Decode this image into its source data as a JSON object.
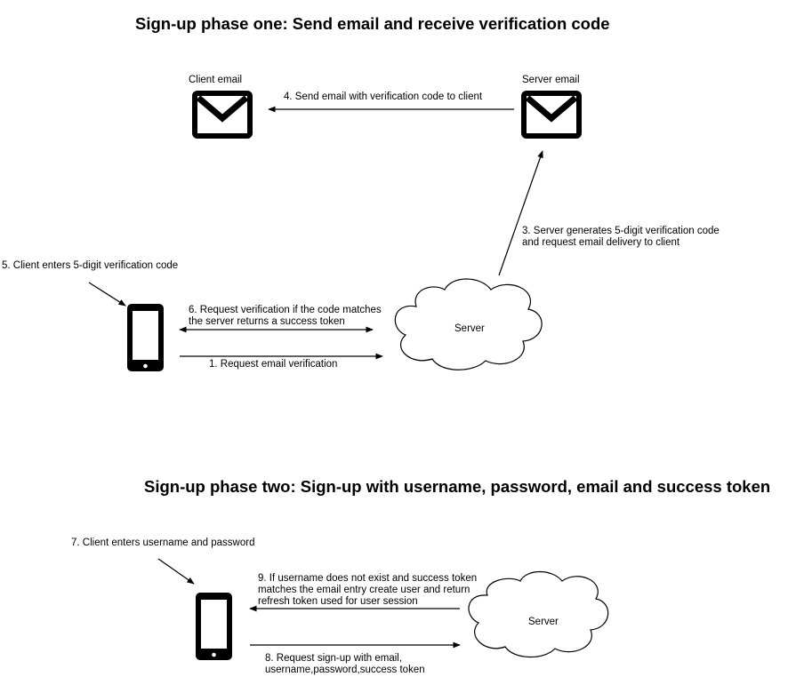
{
  "phase_one": {
    "title": "Sign-up phase one: Send email and receive verification code",
    "client_email_label": "Client email",
    "server_email_label": "Server email",
    "server_label": "Server",
    "step1": "1. Request email verification",
    "step3": "3. Server generates 5-digit verification code\nand request email delivery to client",
    "step4": "4. Send email with verification code to client",
    "step5": "5. Client enters 5-digit verification code",
    "step6": "6. Request verification if the code matches\nthe server returns a success token"
  },
  "phase_two": {
    "title": "Sign-up phase two: Sign-up with username, password, email and success token",
    "server_label": "Server",
    "step7": "7. Client enters username and password",
    "step8": "8. Request sign-up with email,\nusername,password,success token",
    "step9": "9. If username does not exist and success token\nmatches the email entry create user and return\nrefresh token used for user session"
  },
  "icons": [
    "mail-icon",
    "mobile-phone-icon",
    "cloud-icon"
  ]
}
